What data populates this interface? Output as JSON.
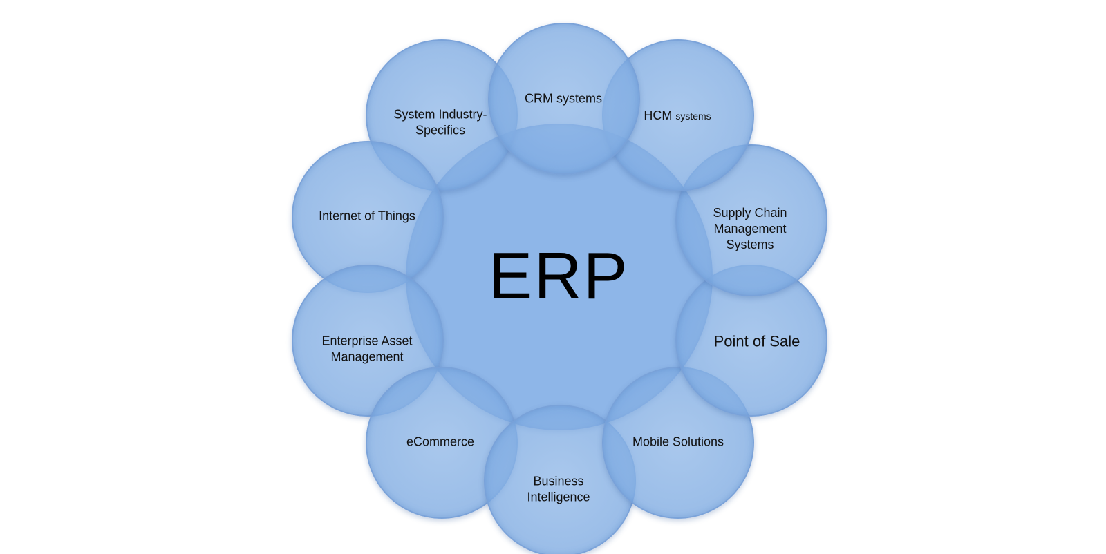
{
  "diagram": {
    "center_label": "ERP",
    "nodes": [
      {
        "id": "crm",
        "label": "CRM systems",
        "label_suffix": ""
      },
      {
        "id": "hcm",
        "label": "HCM",
        "label_suffix": "systems"
      },
      {
        "id": "scm",
        "label": "Supply Chain\nManagement\nSystems",
        "label_suffix": ""
      },
      {
        "id": "pos",
        "label": "Point of Sale",
        "label_suffix": ""
      },
      {
        "id": "mobile",
        "label": "Mobile Solutions",
        "label_suffix": ""
      },
      {
        "id": "bi",
        "label": "Business\nIntelligence",
        "label_suffix": ""
      },
      {
        "id": "ecommerce",
        "label": "eCommerce",
        "label_suffix": ""
      },
      {
        "id": "eam",
        "label": "Enterprise Asset\nManagement",
        "label_suffix": ""
      },
      {
        "id": "iot",
        "label": "Internet of Things",
        "label_suffix": ""
      },
      {
        "id": "industry",
        "label": "System Industry-\nSpecifics",
        "label_suffix": ""
      }
    ]
  }
}
